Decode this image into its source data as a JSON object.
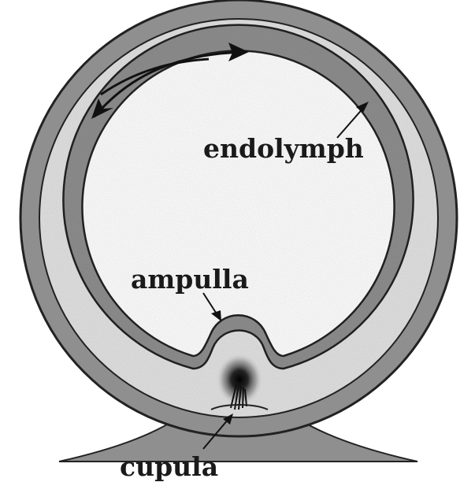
{
  "labels": {
    "endolymph": "endolymph",
    "ampulla": "ampulla",
    "cupula": "cupula"
  },
  "colors": {
    "wall": "#8f8f8f",
    "fluid": "#e3e3e3",
    "outline": "#222222",
    "background": "#ffffff",
    "cupula": "#111111"
  }
}
